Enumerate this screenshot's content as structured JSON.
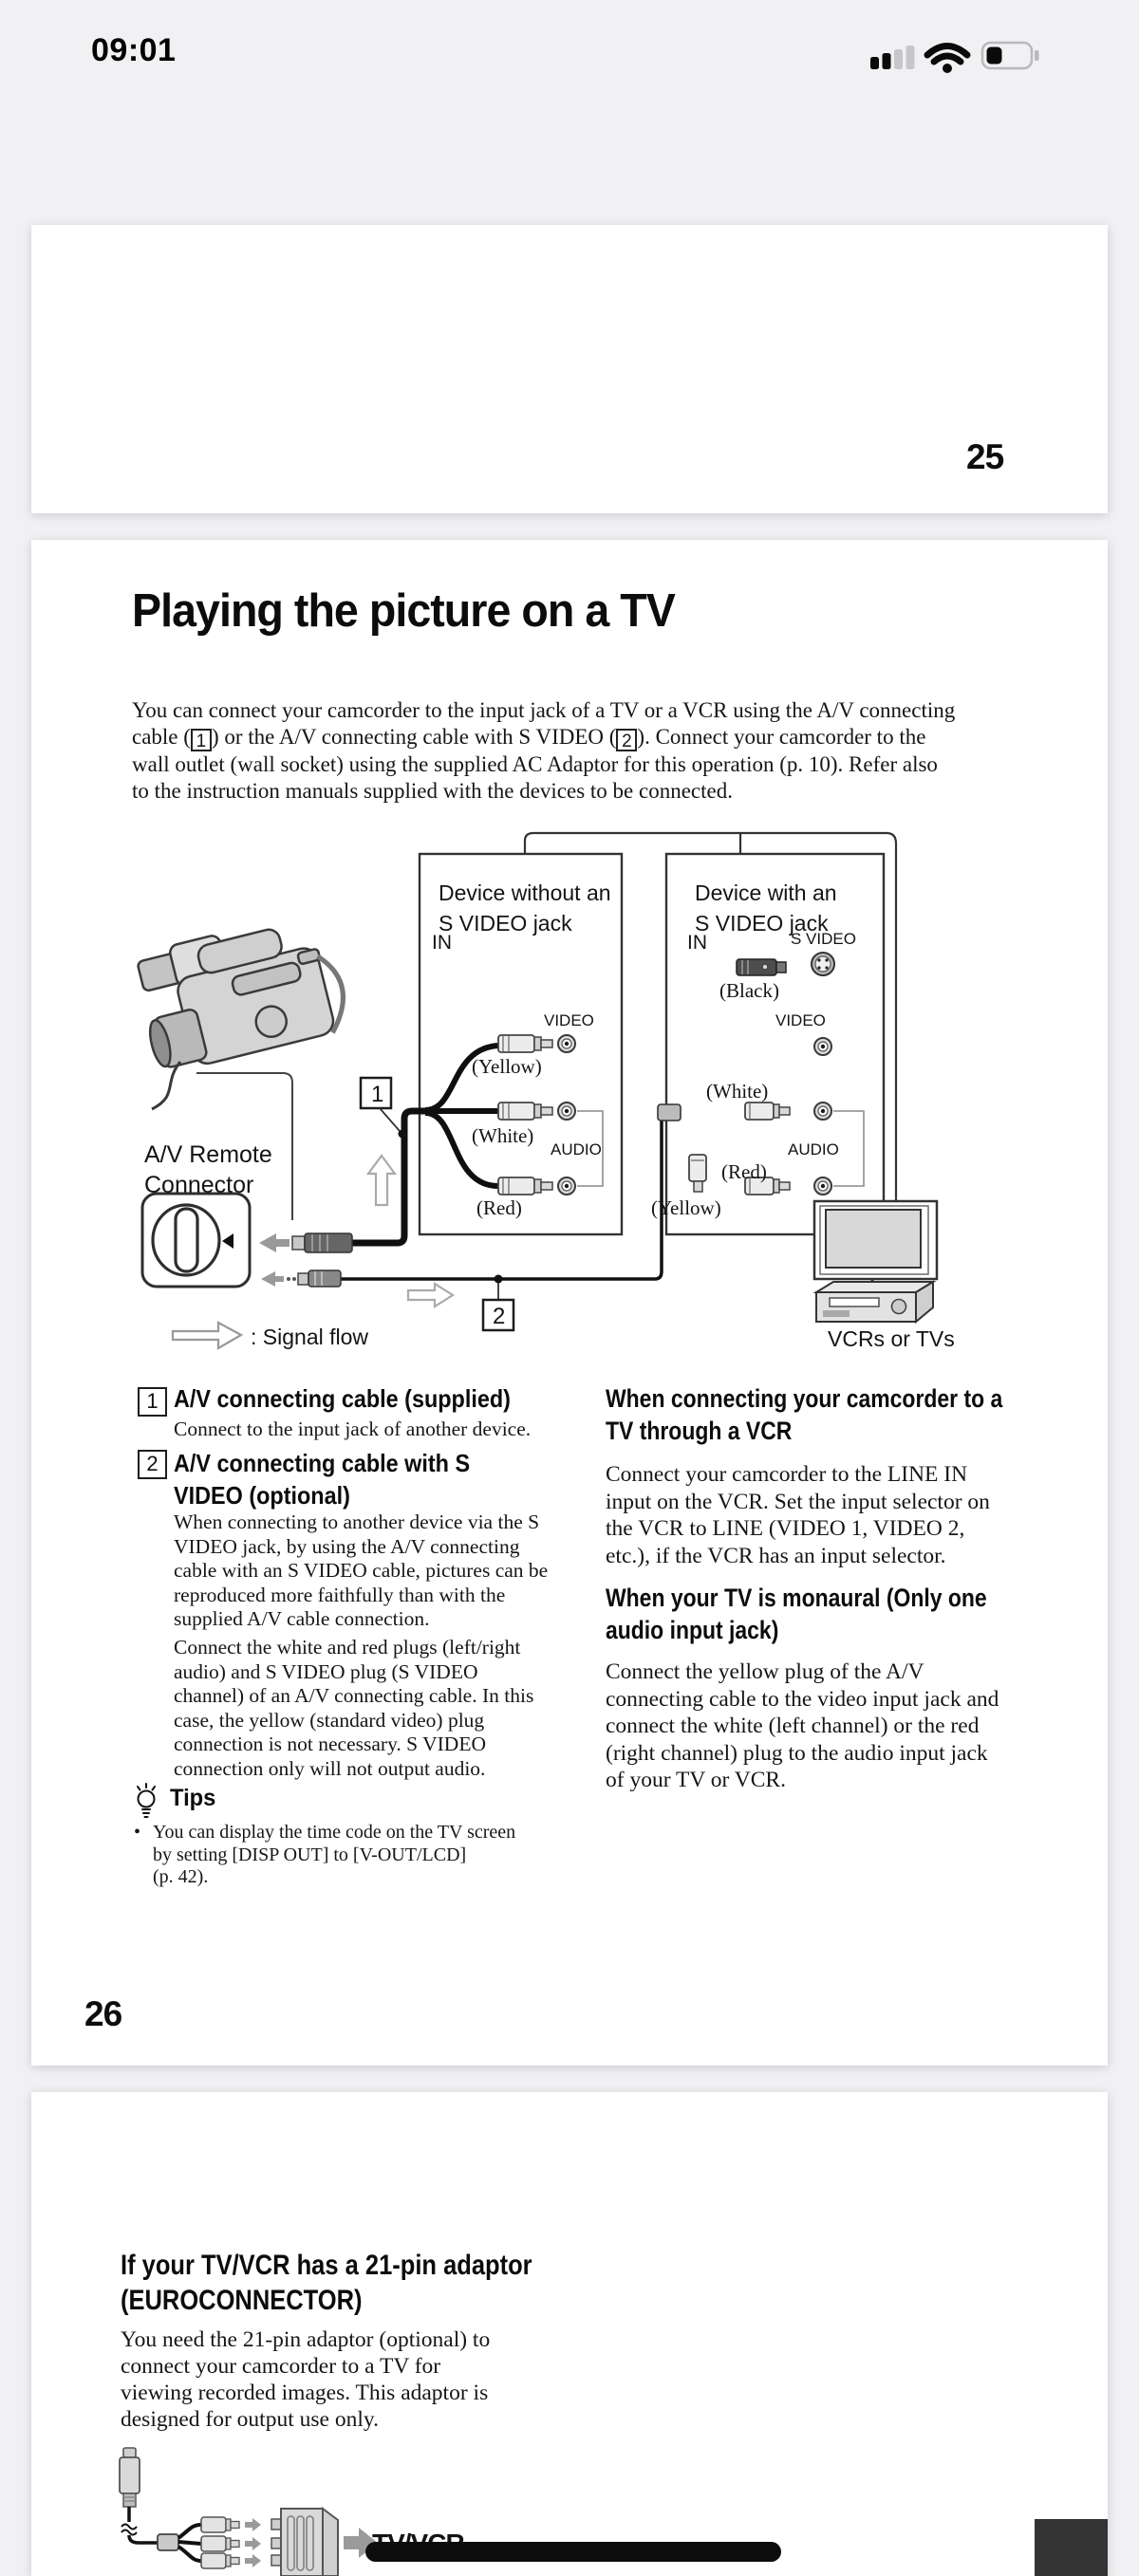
{
  "status": {
    "time": "09:01"
  },
  "p25": {
    "page_number": "25"
  },
  "p26": {
    "page_number": "26",
    "title": "Playing the picture on a TV",
    "intro": {
      "l1": "You can connect your camcorder to the input jack of a TV or a VCR using the A/V connecting",
      "l2a": "cable (",
      "n1": "1",
      "l2b": ") or the A/V connecting cable with S VIDEO (",
      "n2": "2",
      "l2c": "). Connect your camcorder to the",
      "l3": "wall outlet (wall socket) using the supplied AC Adaptor for this operation (p. 10). Refer also",
      "l4": "to the instruction manuals supplied with the devices to be connected."
    },
    "diagram": {
      "device1_l1": "Device without an",
      "device1_l2": "S VIDEO jack",
      "device2_l1": "Device with an",
      "device2_l2": "S VIDEO jack",
      "in1": "IN",
      "in2": "IN",
      "s_video": "S VIDEO",
      "video1": "VIDEO",
      "video2": "VIDEO",
      "audio1": "AUDIO",
      "audio2": "AUDIO",
      "yellow1": "(Yellow)",
      "white1": "(White)",
      "red1": "(Red)",
      "black": "(Black)",
      "white2": "(White)",
      "red2": "(Red)",
      "yellow2": "(Yellow)",
      "marker1": "1",
      "marker2": "2",
      "av_remote_l1": "A/V Remote",
      "av_remote_l2": "Connector",
      "signal_flow": ": Signal flow",
      "vcrs": "VCRs or TVs"
    },
    "left": {
      "i1_num": "1",
      "i1_head": "A/V connecting cable (supplied)",
      "i1_body": "Connect to the input jack of another device.",
      "i2_num": "2",
      "i2_head1": "A/V connecting cable with S",
      "i2_head2": "VIDEO (optional)",
      "p1": [
        "When connecting to another device via the S",
        "VIDEO jack, by using the A/V connecting",
        "cable with an S VIDEO cable, pictures can be",
        "reproduced more faithfully than with the",
        "supplied A/V cable connection."
      ],
      "p2": [
        "Connect the white and red plugs (left/right",
        "audio) and S VIDEO plug (S VIDEO",
        "channel) of an A/V connecting cable. In this",
        "case, the yellow (standard video) plug",
        "connection is not necessary. S VIDEO",
        "connection only will not output audio."
      ],
      "tips_head": "Tips",
      "tips_bullet": "•",
      "tips": [
        "You can display the time code on the TV screen",
        "by setting [DISP OUT] to [V-OUT/LCD]",
        "(p. 42)."
      ]
    },
    "right": {
      "h1": [
        "When connecting your camcorder to a",
        "TV through a VCR"
      ],
      "p1": [
        "Connect your camcorder to the LINE IN",
        "input on the VCR. Set the input selector on",
        "the VCR to LINE (VIDEO 1, VIDEO 2,",
        "etc.), if the VCR has an input selector."
      ],
      "h2": [
        "When your TV is monaural (Only one",
        "audio input jack)"
      ],
      "p2": [
        "Connect the yellow plug of the A/V",
        "connecting cable to the video input jack and",
        "connect the white (left channel) or the red",
        "(right channel) plug to the audio input jack",
        "of your TV or VCR."
      ]
    }
  },
  "p27": {
    "h1": "If your TV/VCR has a 21-pin adaptor",
    "h2": "(EUROCONNECTOR)",
    "p": [
      "You need the 21-pin adaptor (optional) to",
      "connect your camcorder to a TV for",
      "viewing recorded images. This adaptor is",
      "designed for output use only."
    ],
    "tvvcr": "TV/VCR"
  }
}
